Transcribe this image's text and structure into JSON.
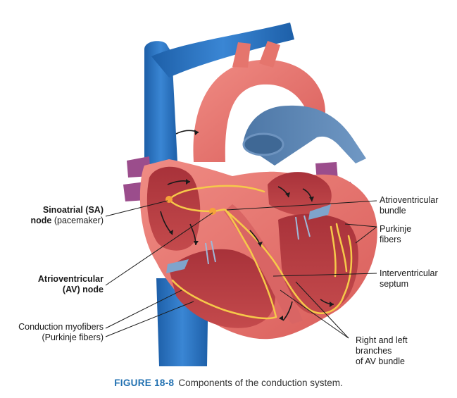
{
  "labels": {
    "sa_node": {
      "bold": "Sinoatrial (SA)",
      "bold2": "node",
      "rest": " (pacemaker)"
    },
    "av_node": {
      "line1": "Atrioventricular",
      "line2": "(AV) node"
    },
    "conduction_myofibers": {
      "line1": "Conduction myofibers",
      "line2": "(Purkinje fibers)"
    },
    "av_bundle": {
      "line1": "Atrioventricular",
      "line2": "bundle"
    },
    "purkinje": {
      "line1": "Purkinje",
      "line2": "fibers"
    },
    "septum": {
      "line1": "Interventricular",
      "line2": "septum"
    },
    "branches": {
      "line1": "Right and left",
      "line2": "branches",
      "line3": "of AV bundle"
    }
  },
  "caption": {
    "number": "FIGURE 18-8",
    "text": "Components of the conduction system."
  },
  "colors": {
    "vein_blue": "#2a73c2",
    "pulmonary_blue": "#5b86b5",
    "heart_red": "#e3716b",
    "muscle_dark": "#c9504f",
    "chamber": "#b53a3e",
    "conduction_yellow": "#f6c94a",
    "caption_accent": "#1f6fb0"
  }
}
